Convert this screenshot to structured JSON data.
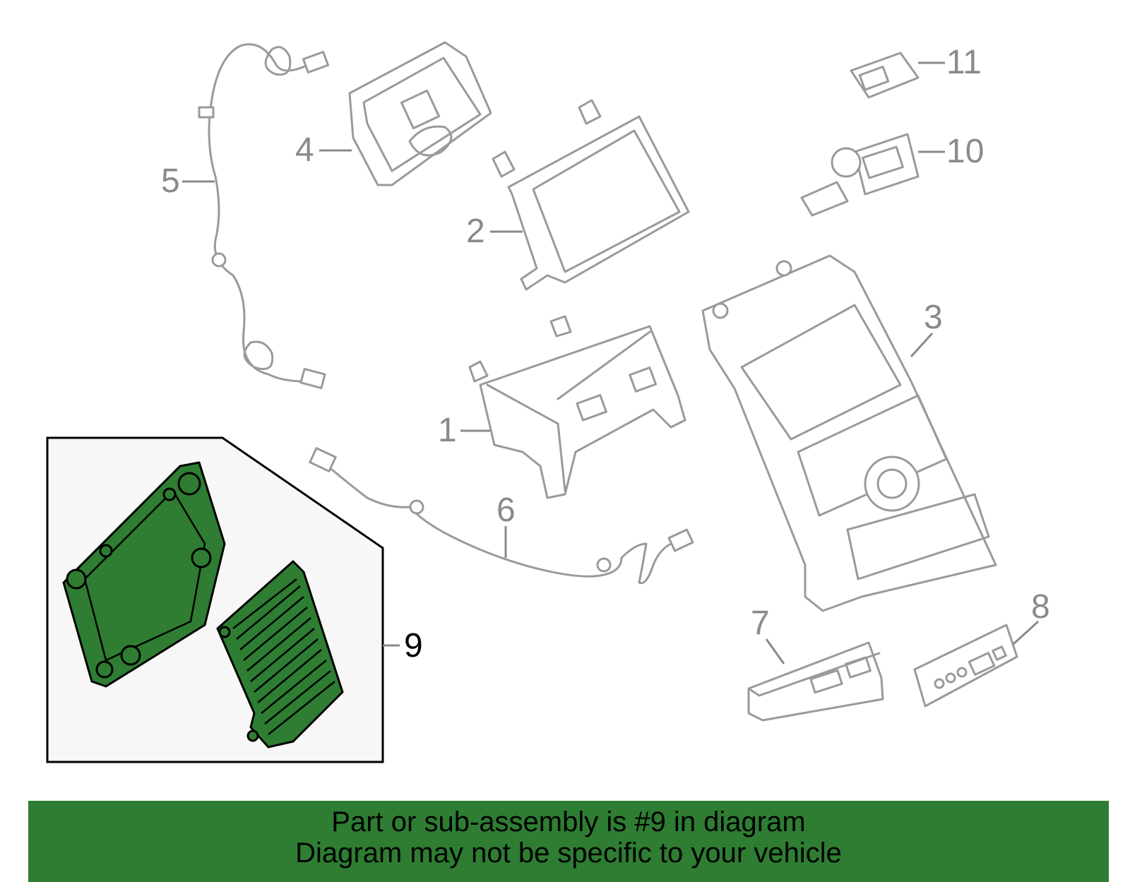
{
  "callouts": {
    "c1": "1",
    "c2": "2",
    "c3": "3",
    "c4": "4",
    "c5": "5",
    "c6": "6",
    "c7": "7",
    "c8": "8",
    "c9": "9",
    "c10": "10",
    "c11": "11"
  },
  "highlight_color": "#2e7d32",
  "banner": {
    "line1": "Part or sub-assembly is #9 in diagram",
    "line2": "Diagram may not be specific to your vehicle"
  }
}
